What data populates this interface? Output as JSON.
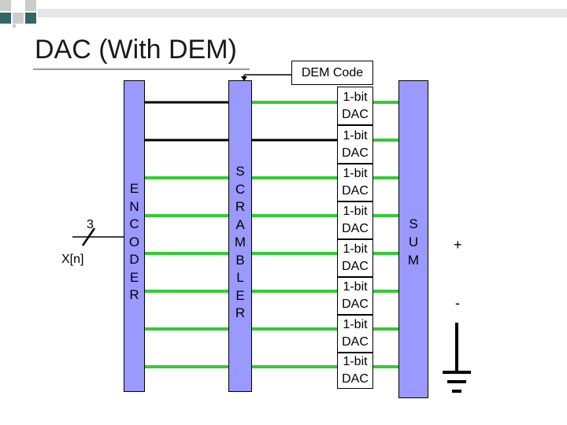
{
  "title": "DAC (With DEM)",
  "dem_code_label": "DEM Code",
  "input_label": "X[n]",
  "bus_width": "3",
  "encoder_letters": [
    "E",
    "N",
    "C",
    "O",
    "D",
    "E",
    "R"
  ],
  "scrambler_letters": [
    "S",
    "C",
    "R",
    "A",
    "M",
    "B",
    "L",
    "E",
    "R"
  ],
  "sum_letters": [
    "S",
    "U",
    "M"
  ],
  "dac_blocks": [
    {
      "line1": "1-bit",
      "line2": "DAC"
    },
    {
      "line1": "1-bit",
      "line2": "DAC"
    },
    {
      "line1": "1-bit",
      "line2": "DAC"
    },
    {
      "line1": "1-bit",
      "line2": "DAC"
    },
    {
      "line1": "1-bit",
      "line2": "DAC"
    },
    {
      "line1": "1-bit",
      "line2": "DAC"
    },
    {
      "line1": "1-bit",
      "line2": "DAC"
    },
    {
      "line1": "1-bit",
      "line2": "DAC"
    }
  ],
  "plus_label": "+",
  "minus_label": "-",
  "colors": {
    "block_fill": "#9999ff",
    "signal_green": "#33cc33",
    "line_black": "#000000",
    "deco_teal": "#336666",
    "deco_light": "#cccccc"
  }
}
